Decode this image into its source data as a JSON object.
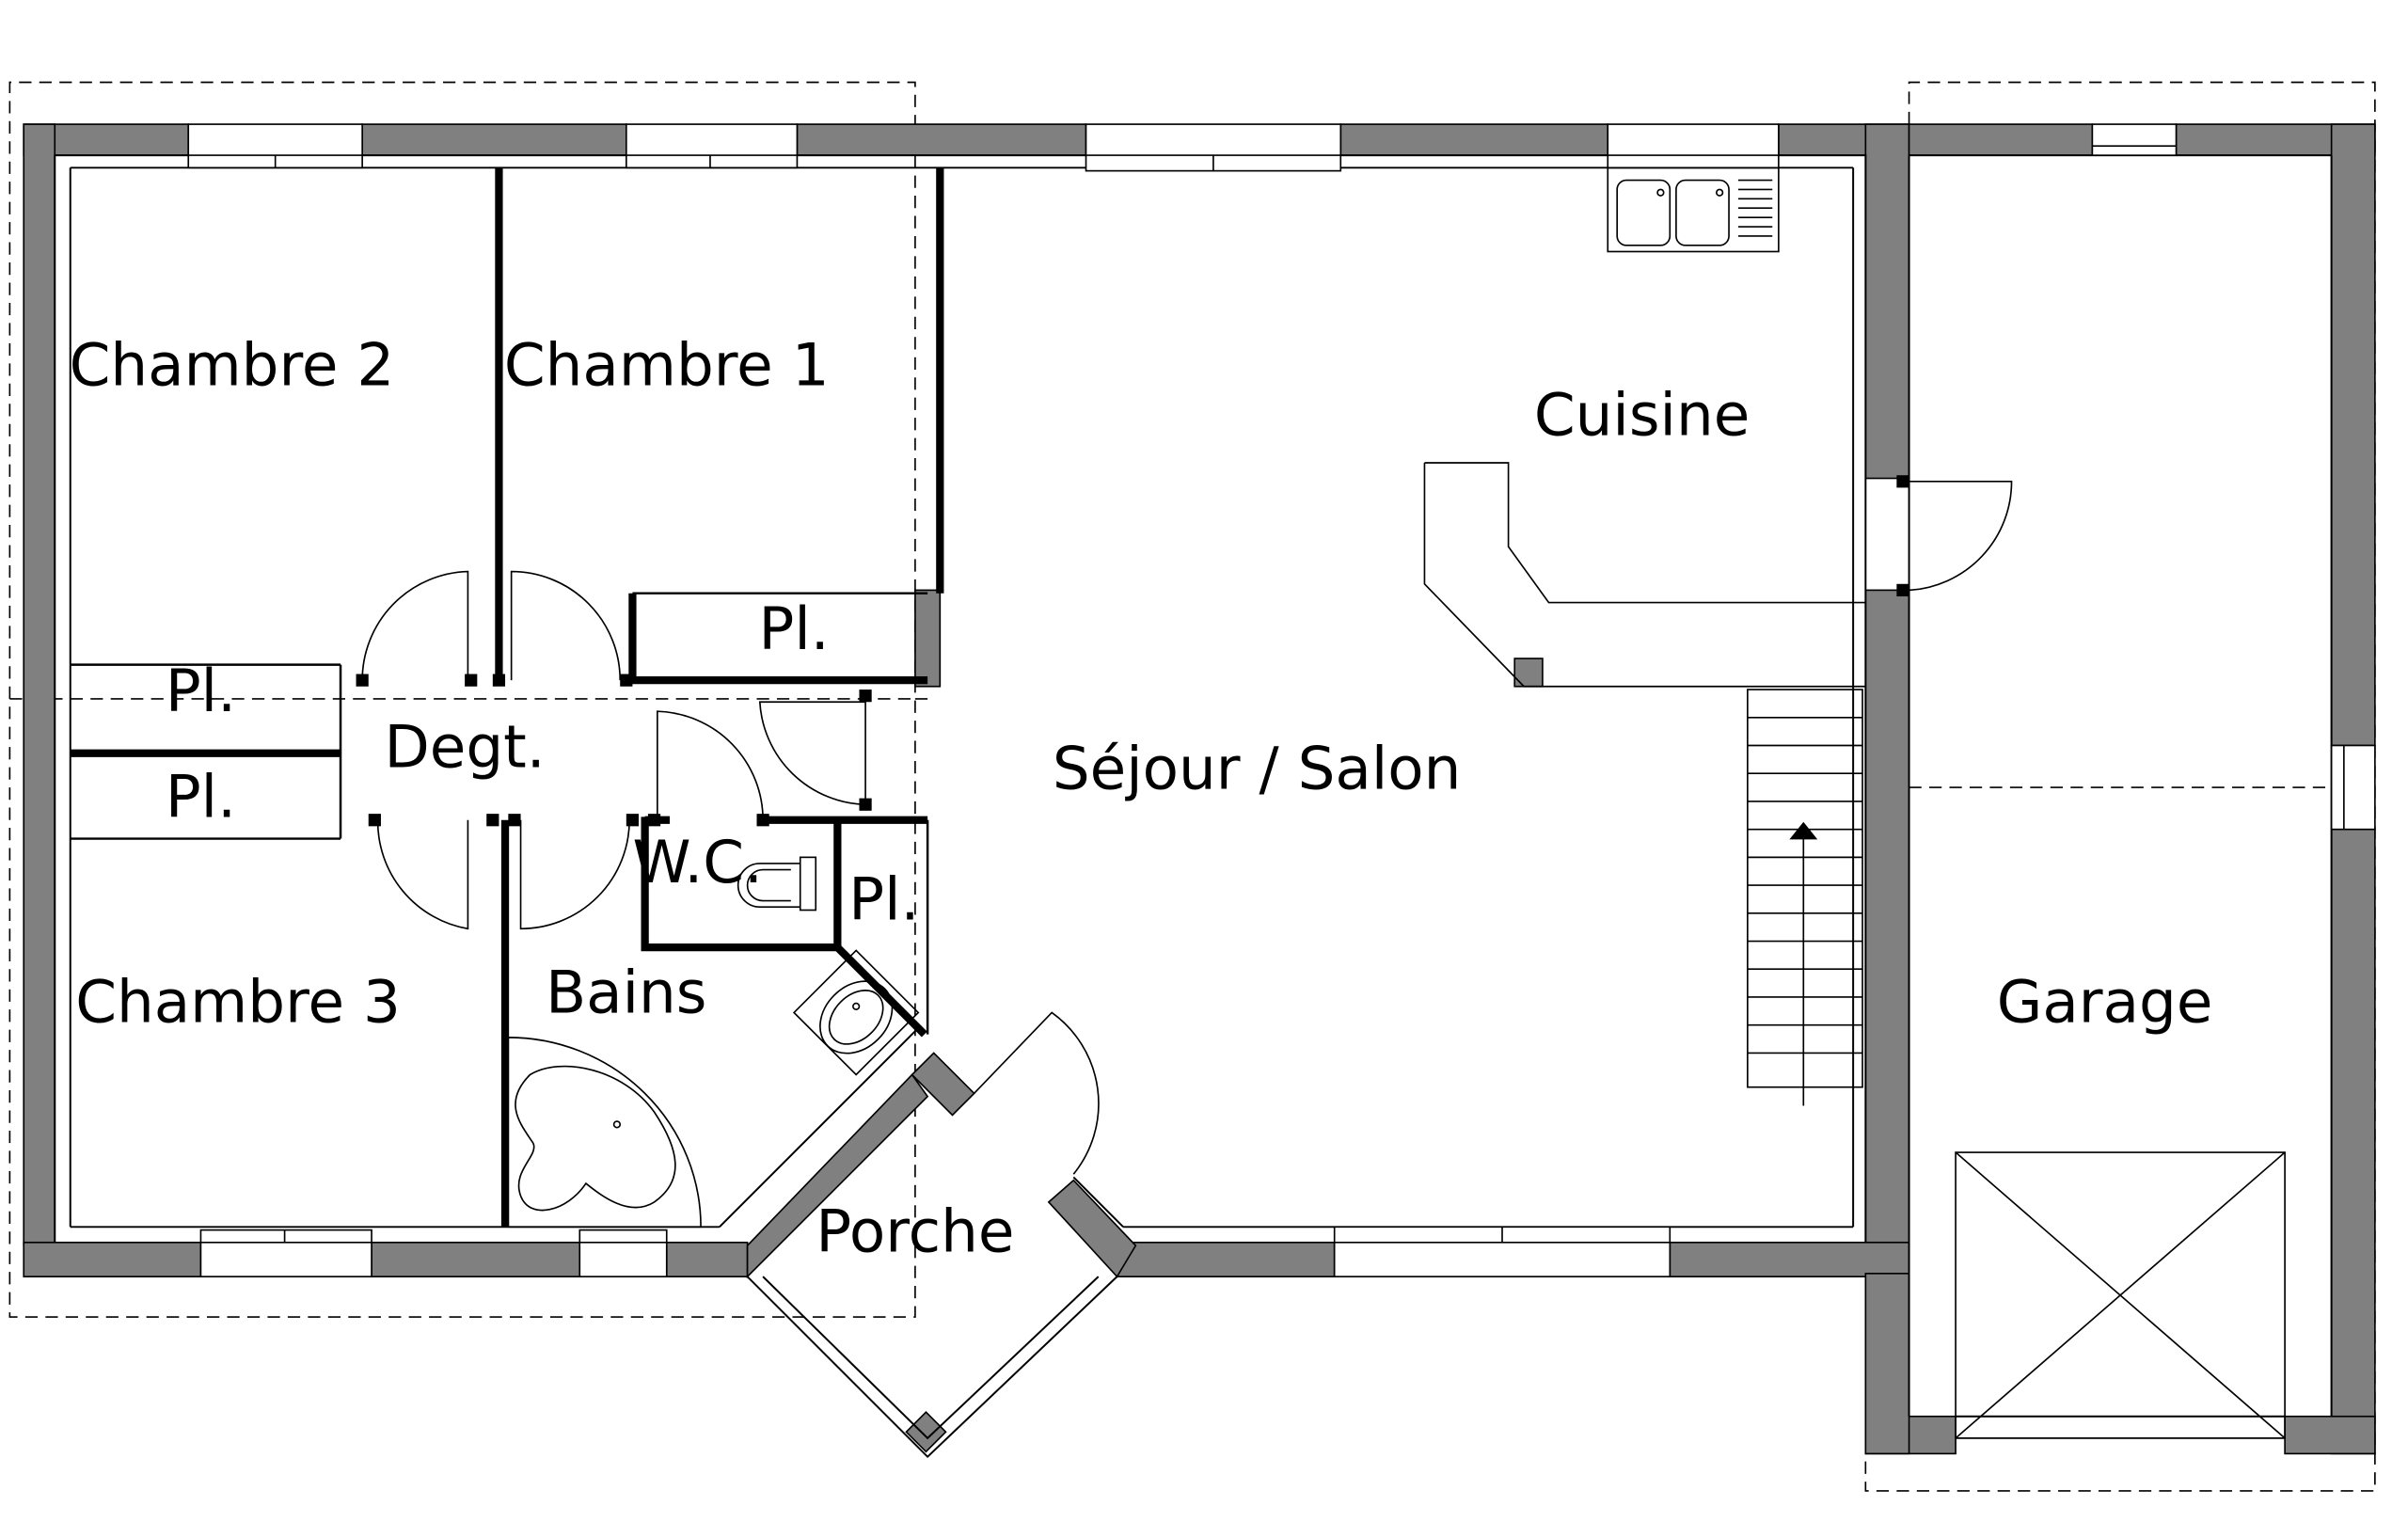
{
  "rooms": {
    "chambre2": "Chambre 2",
    "chambre1": "Chambre 1",
    "chambre3": "Chambre 3",
    "cuisine": "Cuisine",
    "sejour": "Séjour / Salon",
    "degt": "Degt.",
    "wc": "W.C.",
    "bains": "Bains",
    "porche": "Porche",
    "garage": "Garage",
    "pl_chambre1": "Pl.",
    "pl_top": "Pl.",
    "pl_bottom": "Pl.",
    "pl_wc": "Pl."
  },
  "colors": {
    "wall_fill": "#808080",
    "line": "#000000",
    "background": "#ffffff"
  }
}
